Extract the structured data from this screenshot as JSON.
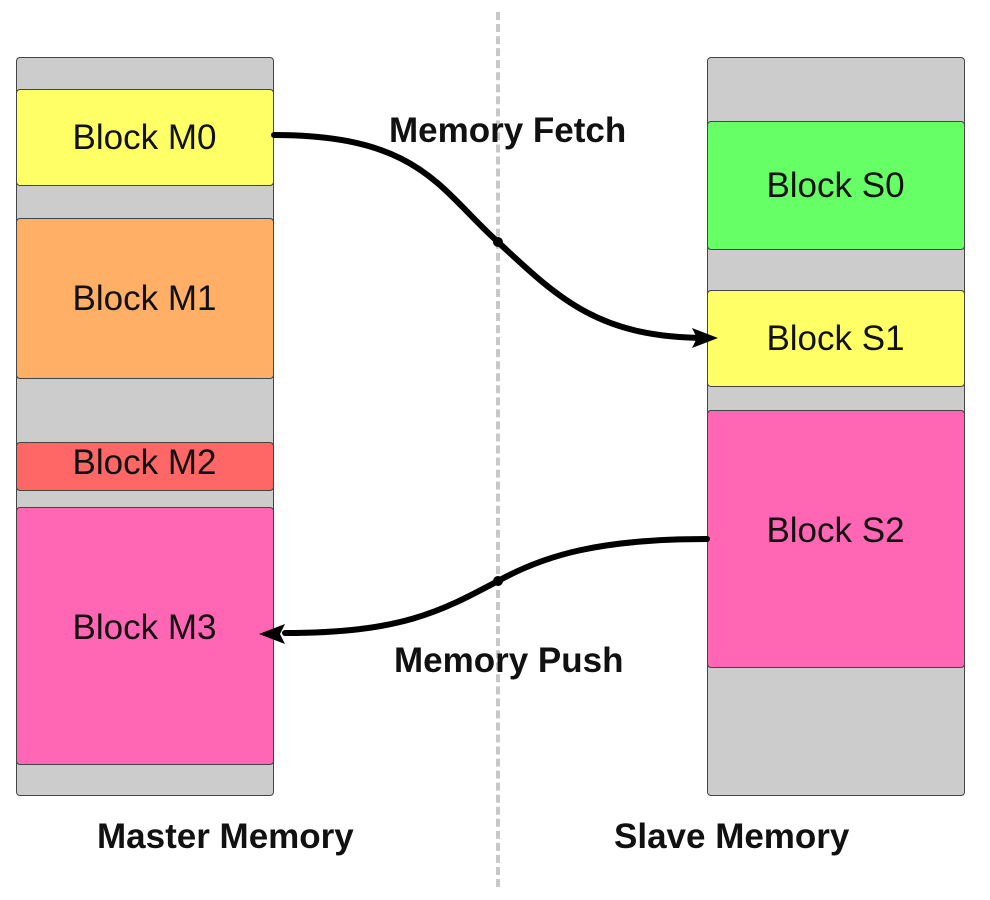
{
  "labels": {
    "master_title": "Master Memory",
    "slave_title": "Slave Memory",
    "fetch": "Memory Fetch",
    "push": "Memory Push"
  },
  "master_blocks": [
    {
      "label": "Block M0",
      "color": "#ffff66"
    },
    {
      "label": "Block M1",
      "color": "#ffb066"
    },
    {
      "label": "Block M2",
      "color": "#ff6666"
    },
    {
      "label": "Block M3",
      "color": "#ff66b3"
    }
  ],
  "slave_blocks": [
    {
      "label": "Block S0",
      "color": "#66ff66"
    },
    {
      "label": "Block S1",
      "color": "#ffff66"
    },
    {
      "label": "Block S2",
      "color": "#ff66b3"
    }
  ],
  "colors": {
    "column_background": "#cccccc",
    "divider": "#c8c8c8",
    "arrow": "#000000"
  }
}
